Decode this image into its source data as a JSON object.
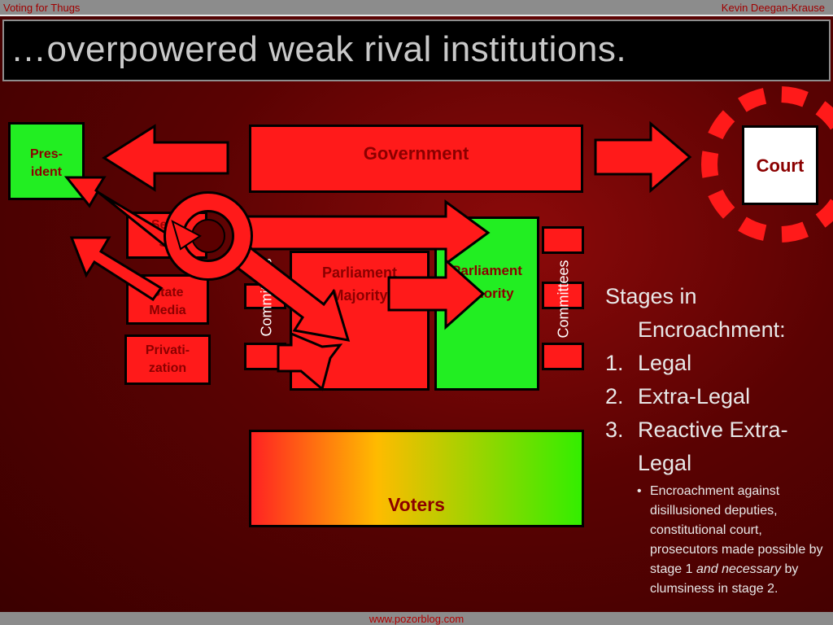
{
  "header": {
    "left": "Voting for Thugs",
    "right": "Kevin Deegan-Krause"
  },
  "title": "…overpowered weak rival institutions.",
  "footer": {
    "url": "www.pozorblog.com"
  },
  "diagram": {
    "president": [
      "Pres-",
      "ident"
    ],
    "government": "Government",
    "court": "Court",
    "security": [
      "Secu",
      "Se"
    ],
    "state_media": [
      "State",
      "Media"
    ],
    "privatization": [
      "Privati-",
      "zation"
    ],
    "parliament_majority": [
      "Parliament",
      "Majority"
    ],
    "parliament_minority": [
      "Parliament",
      "Minority"
    ],
    "committees_left": "Committees",
    "committees_right": "Committees",
    "voters": "Voters"
  },
  "stages": {
    "heading_line1": "Stages in",
    "heading_line2": "Encroachment:",
    "items": [
      {
        "num": "1.",
        "line1": "Legal",
        "line2": ""
      },
      {
        "num": "2.",
        "line1": "Extra-Legal",
        "line2": ""
      },
      {
        "num": "3.",
        "line1": "Reactive Extra-",
        "line2": "Legal"
      }
    ],
    "note_prefix": "Encroachment against disillusioned deputies, constitutional court, prosecutors made possible by stage 1",
    "note_emph": "and necessary",
    "note_suffix": "by clumsiness in stage 2."
  },
  "colors": {
    "red": "#ff1a1a",
    "green": "#22ee22",
    "dark_red_text": "#8b0000",
    "bar_gray": "#8c8c8c"
  }
}
